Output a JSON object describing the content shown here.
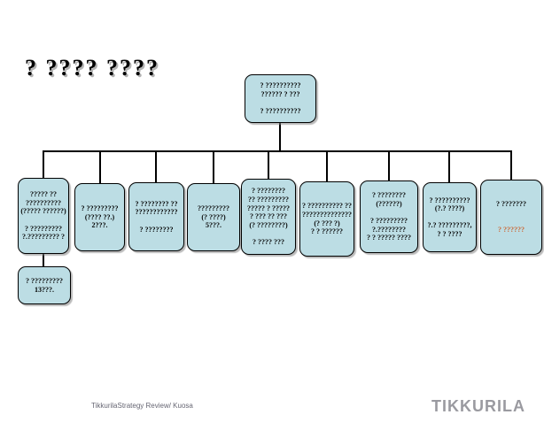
{
  "slide": {
    "title": "? ???? ????",
    "footer_credit": "TikkurilaStrategy Review/ Kuosa",
    "logo_text": "TIKKURILA"
  },
  "colors": {
    "box_fill": "#bcdde4",
    "box_border": "#000000",
    "connector": "#000000",
    "orange_text": "#cc6633",
    "logo_gray": "#9a9aa0",
    "credit_gray": "#666673"
  },
  "org_chart": {
    "root": {
      "text": "? ??????????\n?????? ? ???\n\n? ??????????"
    },
    "children": [
      {
        "text": "????? ??\n??????????\n(????? ??????)\n\n? ?????????\n?.????????? ?"
      },
      {
        "text": "? ?????????\n(???? ??.)\n2???."
      },
      {
        "text": "? ???????? ??\n????????????\n\n? ????????"
      },
      {
        "text": "?????????\n(? ????)\n5???."
      },
      {
        "text": "? ????????\n?? ?????????\n????? ? ?????\n? ??? ?? ???\n(? ????????)\n\n? ???? ???"
      },
      {
        "text": "? ?????????? ??\n??????????????\n(? ??? ?)\n? ? ??????"
      },
      {
        "text": "? ????????\n(??????)\n\n? ?????????\n?.????????\n? ? ????? ????"
      },
      {
        "text": "? ??????????\n(?.? ????)\n\n?.? ?????????,\n? ? ????"
      },
      {
        "text": "? ???????",
        "text_orange": "? ??????"
      }
    ],
    "grandchild": {
      "text": "? ?????????\n13???."
    }
  }
}
